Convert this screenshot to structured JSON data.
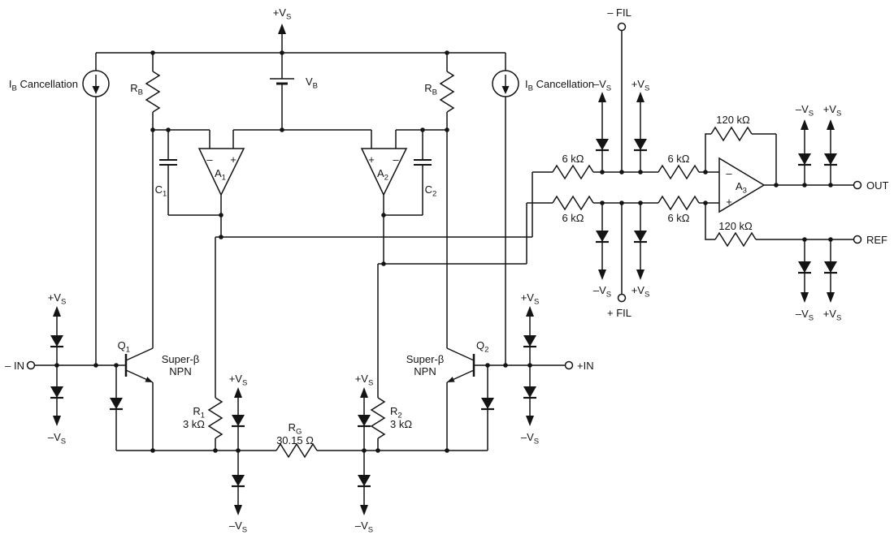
{
  "labels": {
    "vs_pos": {
      "pre": "+V",
      "sub": "S"
    },
    "vs_neg": {
      "pre": "–V",
      "sub": "S"
    },
    "vb": {
      "pre": "V",
      "sub": "B"
    },
    "rb": {
      "pre": "R",
      "sub": "B"
    },
    "r1": {
      "pre": "R",
      "sub": "1"
    },
    "r2": {
      "pre": "R",
      "sub": "2"
    },
    "rg": {
      "pre": "R",
      "sub": "G"
    },
    "c1": {
      "pre": "C",
      "sub": "1"
    },
    "c2": {
      "pre": "C",
      "sub": "2"
    },
    "q1": {
      "pre": "Q",
      "sub": "1"
    },
    "q2": {
      "pre": "Q",
      "sub": "2"
    },
    "a1": {
      "pre": "A",
      "sub": "1"
    },
    "a2": {
      "pre": "A",
      "sub": "2"
    },
    "a3": {
      "pre": "A",
      "sub": "3"
    },
    "ib_cancel": {
      "pre": "I",
      "sub": "B",
      "post": " Cancellation"
    },
    "super_beta": "Super-β",
    "npn": "NPN",
    "minus": "–",
    "plus": "+"
  },
  "values": {
    "r1": "3 kΩ",
    "r2": "3 kΩ",
    "rg": "30.15 Ω",
    "r6k": "6 kΩ",
    "r120k": "120 kΩ"
  },
  "terminals": {
    "in_neg": "– IN",
    "in_pos": "+IN",
    "fil_neg": "– FIL",
    "fil_pos": "+ FIL",
    "out": "OUT",
    "ref": "REF"
  }
}
